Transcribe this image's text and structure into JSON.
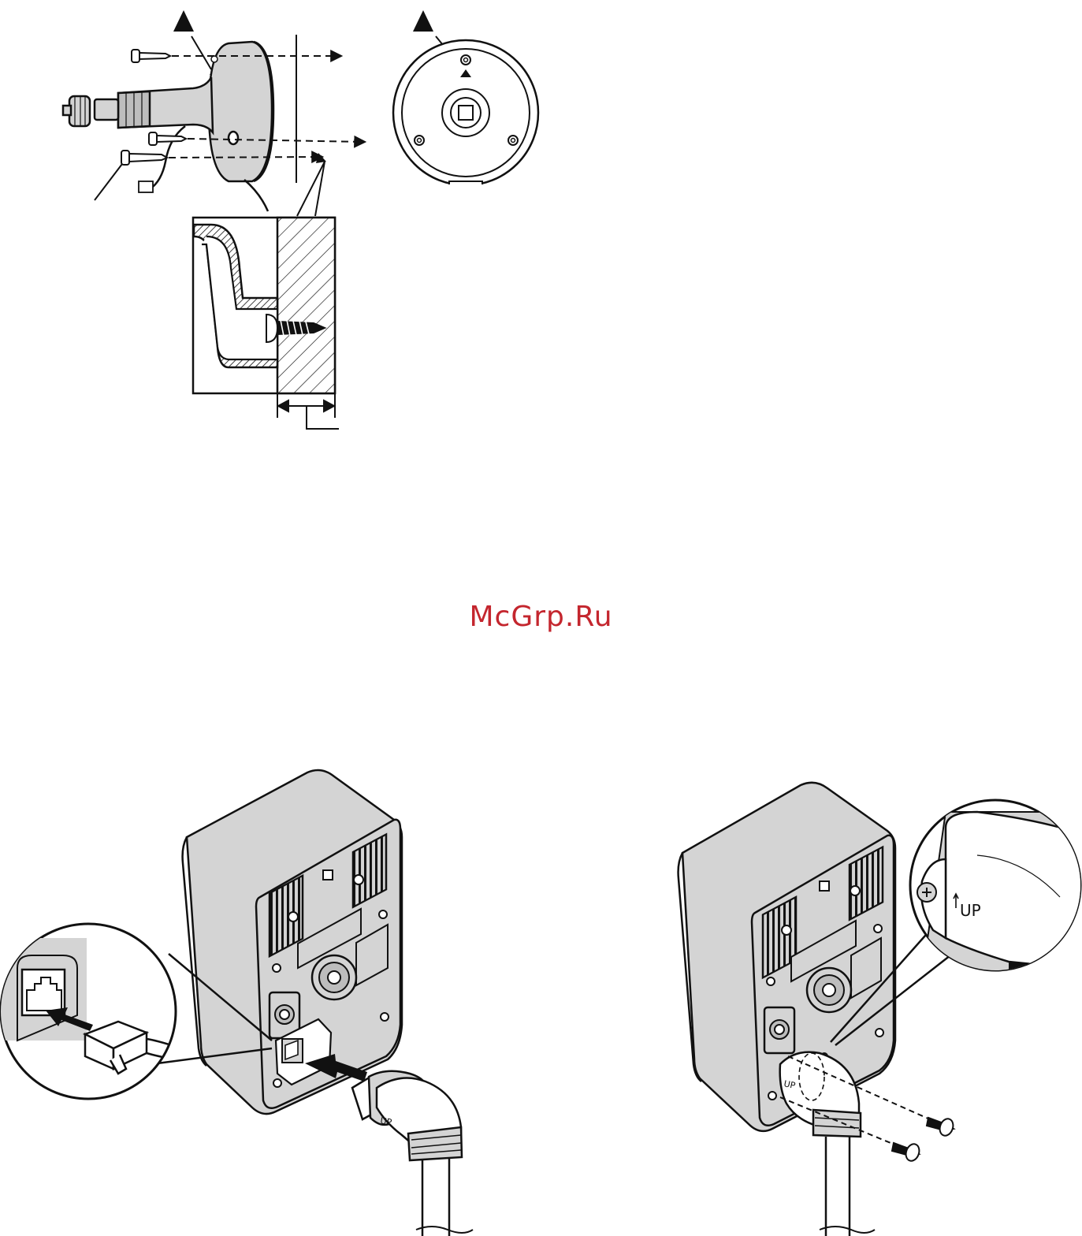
{
  "watermark": {
    "text": "McGrp.Ru",
    "color": "#c4262e"
  },
  "colors": {
    "ink": "#111111",
    "fill": "#d4d4d4",
    "fill_dark": "#bdbdbd",
    "paper": "#ffffff"
  },
  "labels": {
    "up_mark_small": "UP",
    "up_mark_zoom": "UP"
  },
  "icons": [
    "triangle-marker-icon",
    "arrow-right-icon",
    "screw-icon",
    "phillips-screw-icon",
    "rj45-connector-icon"
  ]
}
